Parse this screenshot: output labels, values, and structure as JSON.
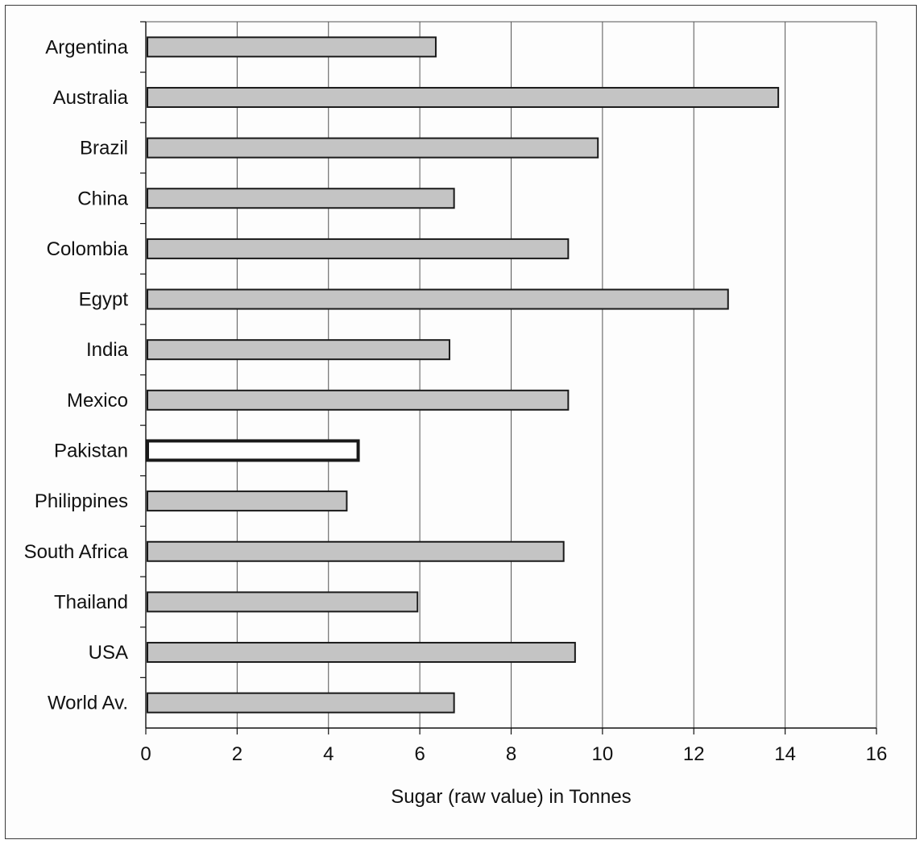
{
  "chart_data": {
    "type": "bar",
    "orientation": "horizontal",
    "categories": [
      "Argentina",
      "Australia",
      "Brazil",
      "China",
      "Colombia",
      "Egypt",
      "India",
      "Mexico",
      "Pakistan",
      "Philippines",
      "South Africa",
      "Thailand",
      "USA",
      "World Av."
    ],
    "values": [
      6.35,
      13.85,
      9.9,
      6.75,
      9.25,
      12.75,
      6.65,
      9.25,
      4.65,
      4.4,
      9.15,
      5.95,
      9.4,
      6.75
    ],
    "highlight": "Pakistan",
    "xlabel": "Sugar (raw value) in Tonnes",
    "ylabel": "",
    "title": "",
    "xlim": [
      0,
      16
    ],
    "xticks": [
      "0",
      "2",
      "4",
      "6",
      "8",
      "10",
      "12",
      "14",
      "16"
    ],
    "grid": true,
    "legend": "none",
    "colors": {
      "bar_fill": "#c4c4c4",
      "bar_stroke": "#1a1a1a",
      "highlight_fill": "#ffffff",
      "grid": "#555555",
      "axis": "#111111"
    }
  }
}
